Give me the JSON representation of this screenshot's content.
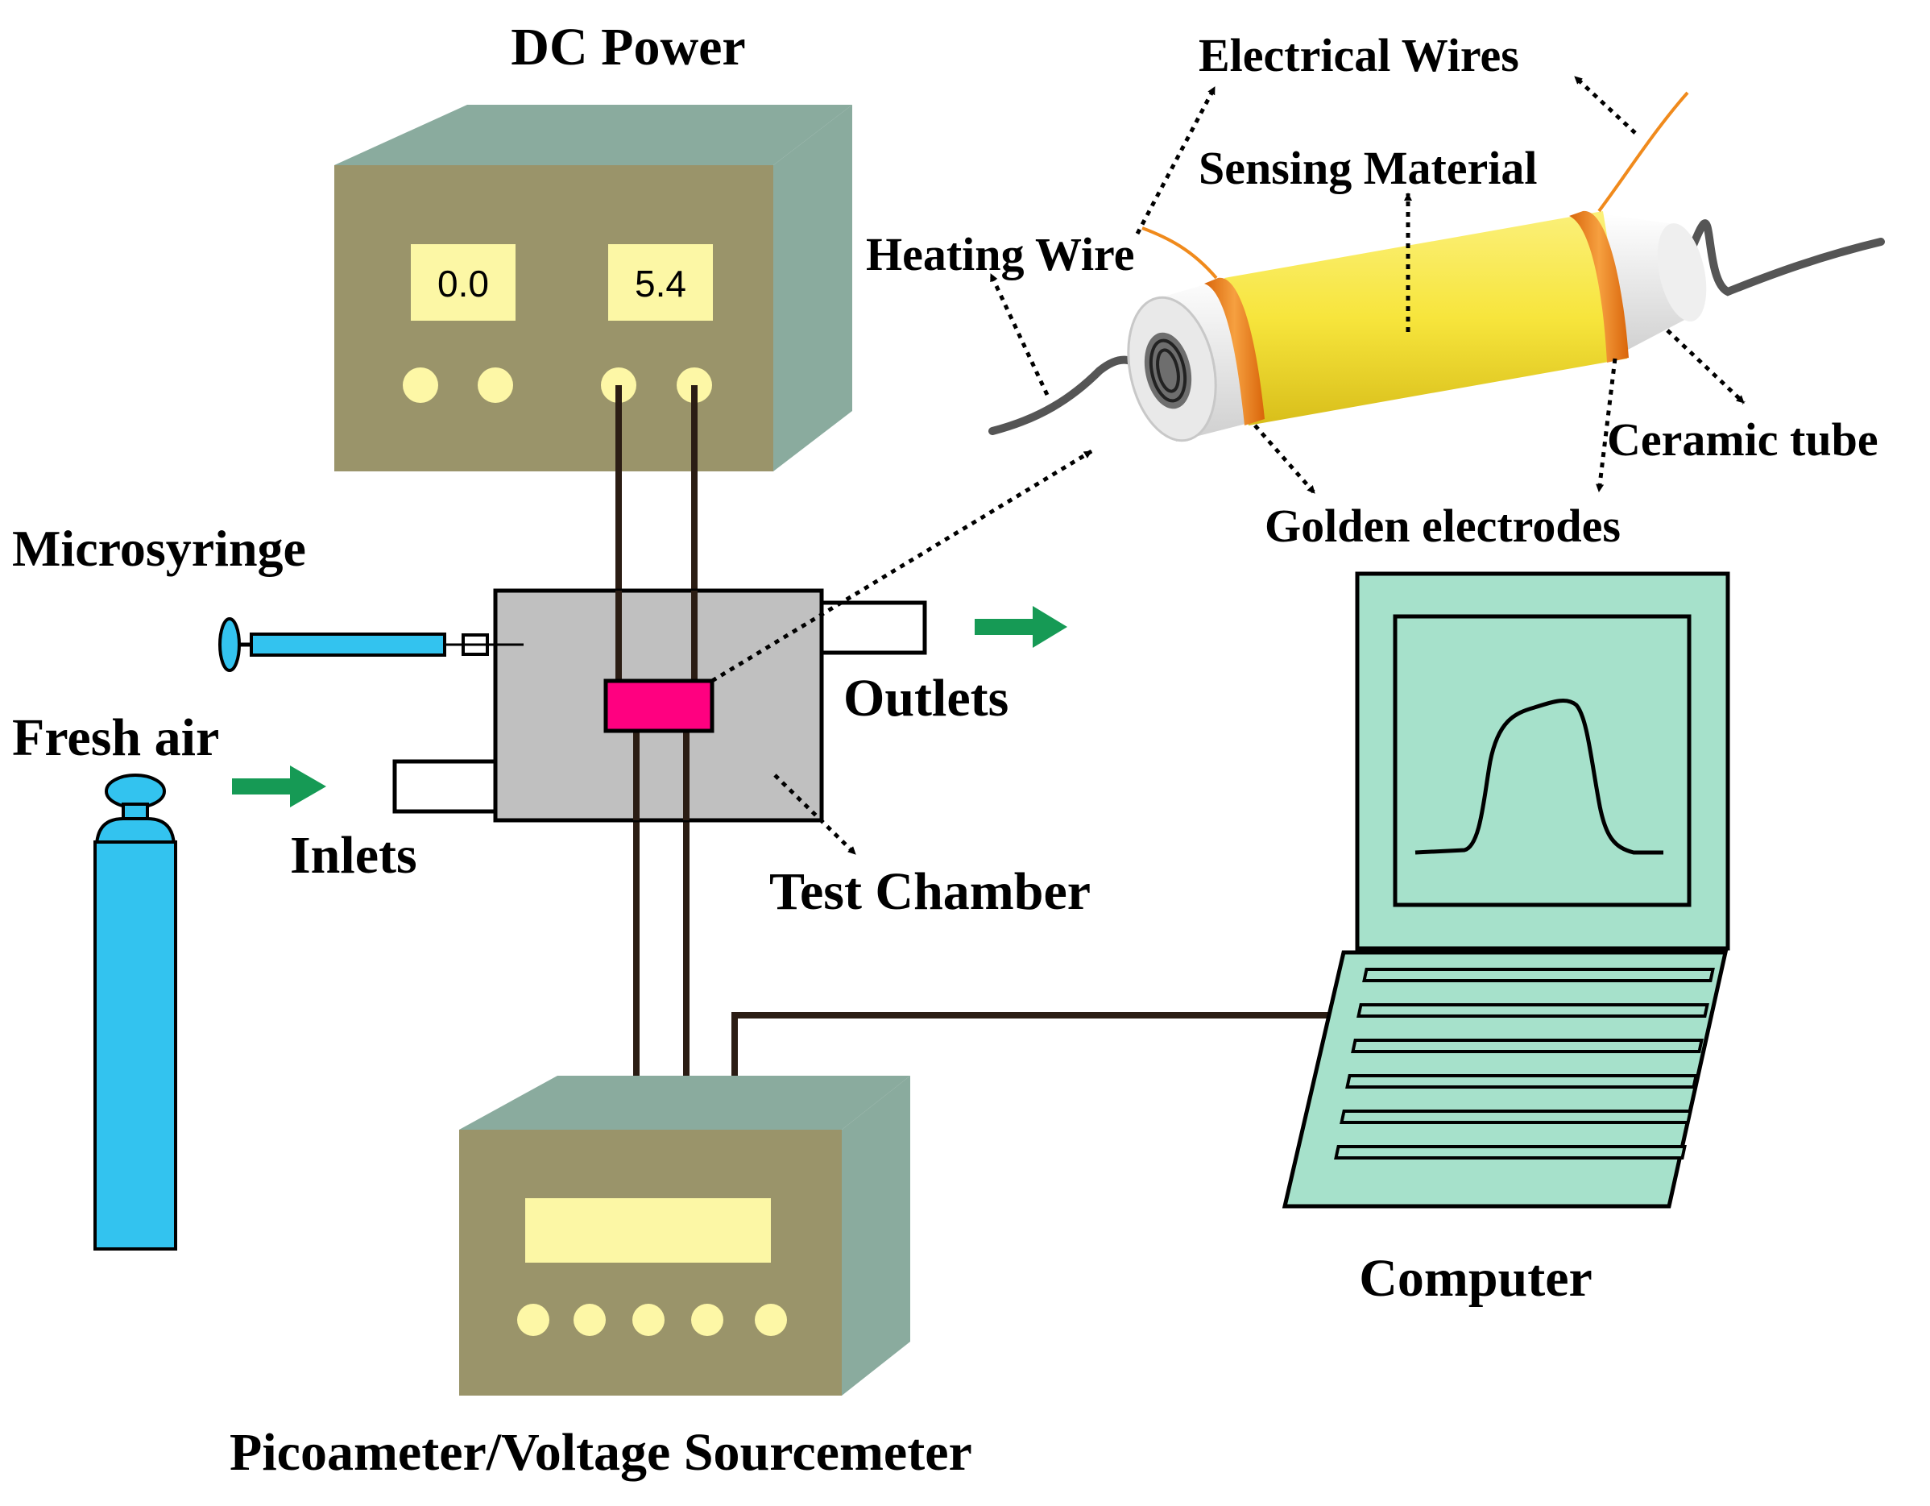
{
  "labels": {
    "dc_power": "DC Power",
    "electrical_wires": "Electrical Wires",
    "sensing_material": "Sensing Material",
    "heating_wire": "Heating Wire",
    "ceramic_tube": "Ceramic tube",
    "golden_electrodes": "Golden electrodes",
    "microsyringe": "Microsyringe",
    "outlets": "Outlets",
    "fresh_air": "Fresh air",
    "inlets": "Inlets",
    "test_chamber": "Test Chamber",
    "computer": "Computer",
    "sourcemeter": "Picoameter/Voltage Sourcemeter"
  },
  "dc_power": {
    "display_left": "0.0",
    "display_right": "5.4"
  },
  "colors": {
    "instrument_front": "#9a946a",
    "instrument_side": "#8aab9e",
    "display": "#fcf7a5",
    "knob": "#fdf7a6",
    "chamber": "#c0c0c0",
    "sensor": "#ff0080",
    "cylinder": "#33c3ef",
    "laptop": "#a6e1cb",
    "arrow": "#169a55",
    "sensing_material": "#f7e53c",
    "electrode": "#f08a1c"
  }
}
